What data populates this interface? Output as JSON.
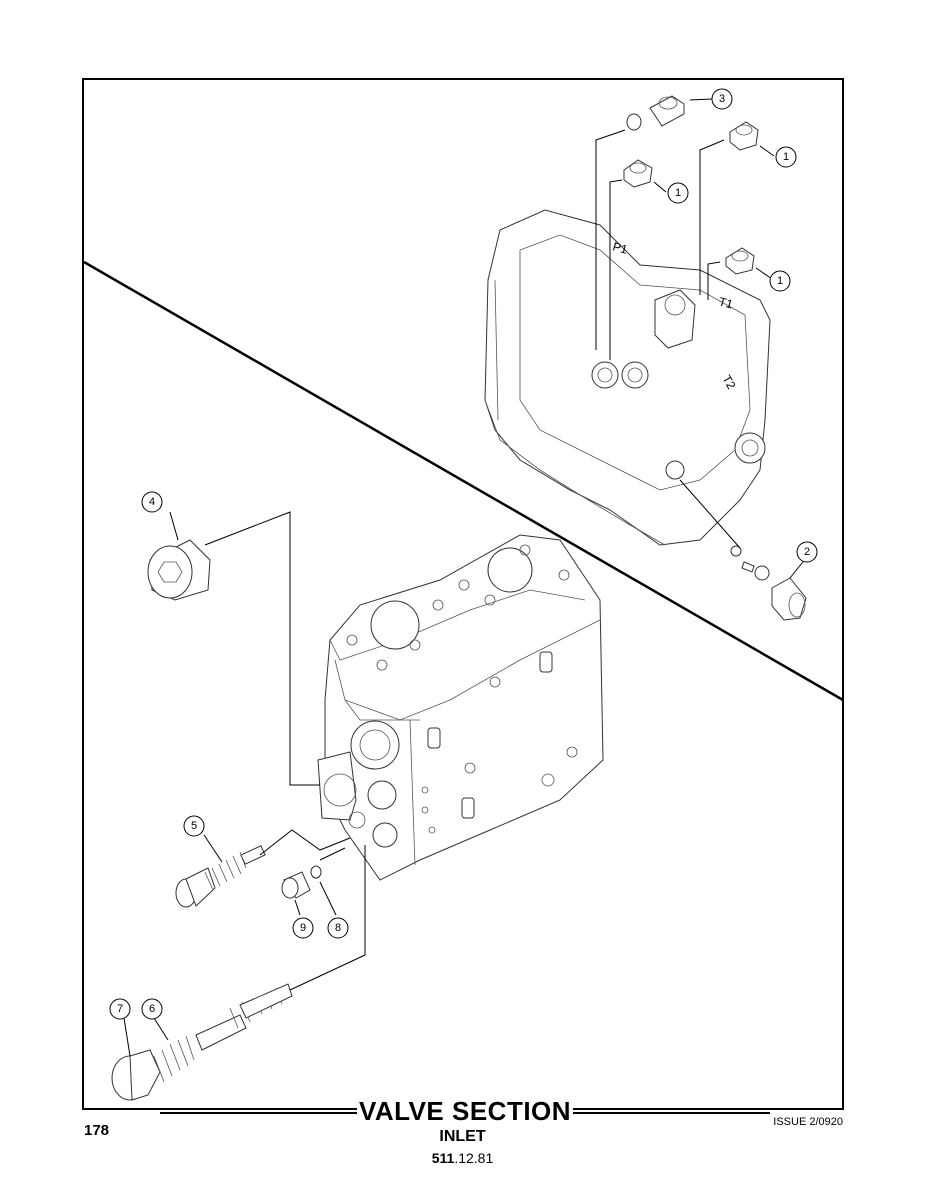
{
  "page": {
    "title": "VALVE SECTION",
    "subtitle": "INLET",
    "part_number_bold": "511",
    "part_number_rest": ".12.81",
    "page_number": "178",
    "issue": "ISSUE 2/0920"
  },
  "callouts": [
    "1",
    "1",
    "1",
    "2",
    "3",
    "4",
    "5",
    "6",
    "7",
    "8",
    "9"
  ],
  "port_labels": {
    "p1": "P1",
    "t1": "T1",
    "t2": "T2"
  }
}
